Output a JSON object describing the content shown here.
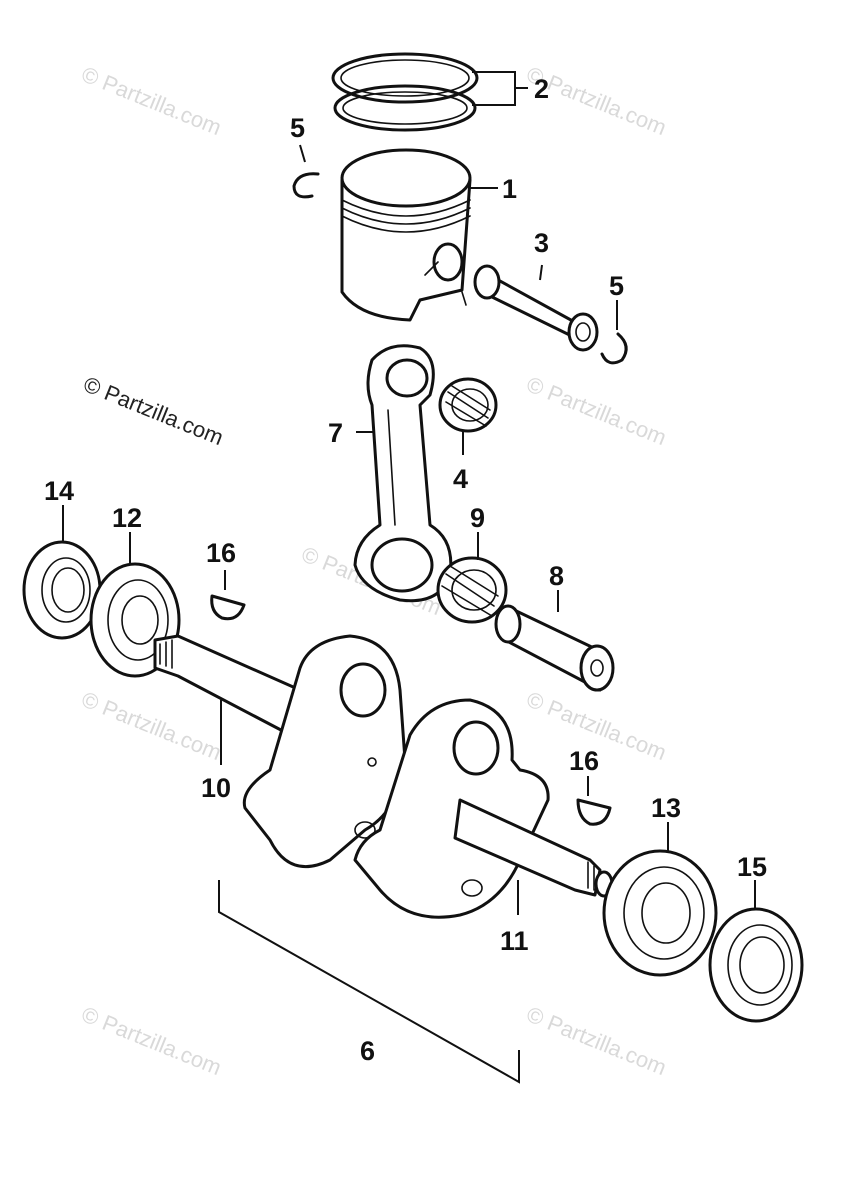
{
  "watermarks": [
    "© Partzilla.com",
    "© Partzilla.com",
    "© Partzilla.com",
    "© Partzilla.com",
    "© Partzilla.com",
    "© Partzilla.com",
    "© Partzilla.com",
    "© Partzilla.com",
    "© Partzilla.com"
  ],
  "callouts": {
    "c1": "1",
    "c2": "2",
    "c3": "3",
    "c4": "4",
    "c5a": "5",
    "c5b": "5",
    "c6": "6",
    "c7": "7",
    "c8": "8",
    "c9": "9",
    "c10": "10",
    "c11": "11",
    "c12": "12",
    "c13": "13",
    "c14": "14",
    "c15": "15",
    "c16a": "16",
    "c16b": "16"
  }
}
